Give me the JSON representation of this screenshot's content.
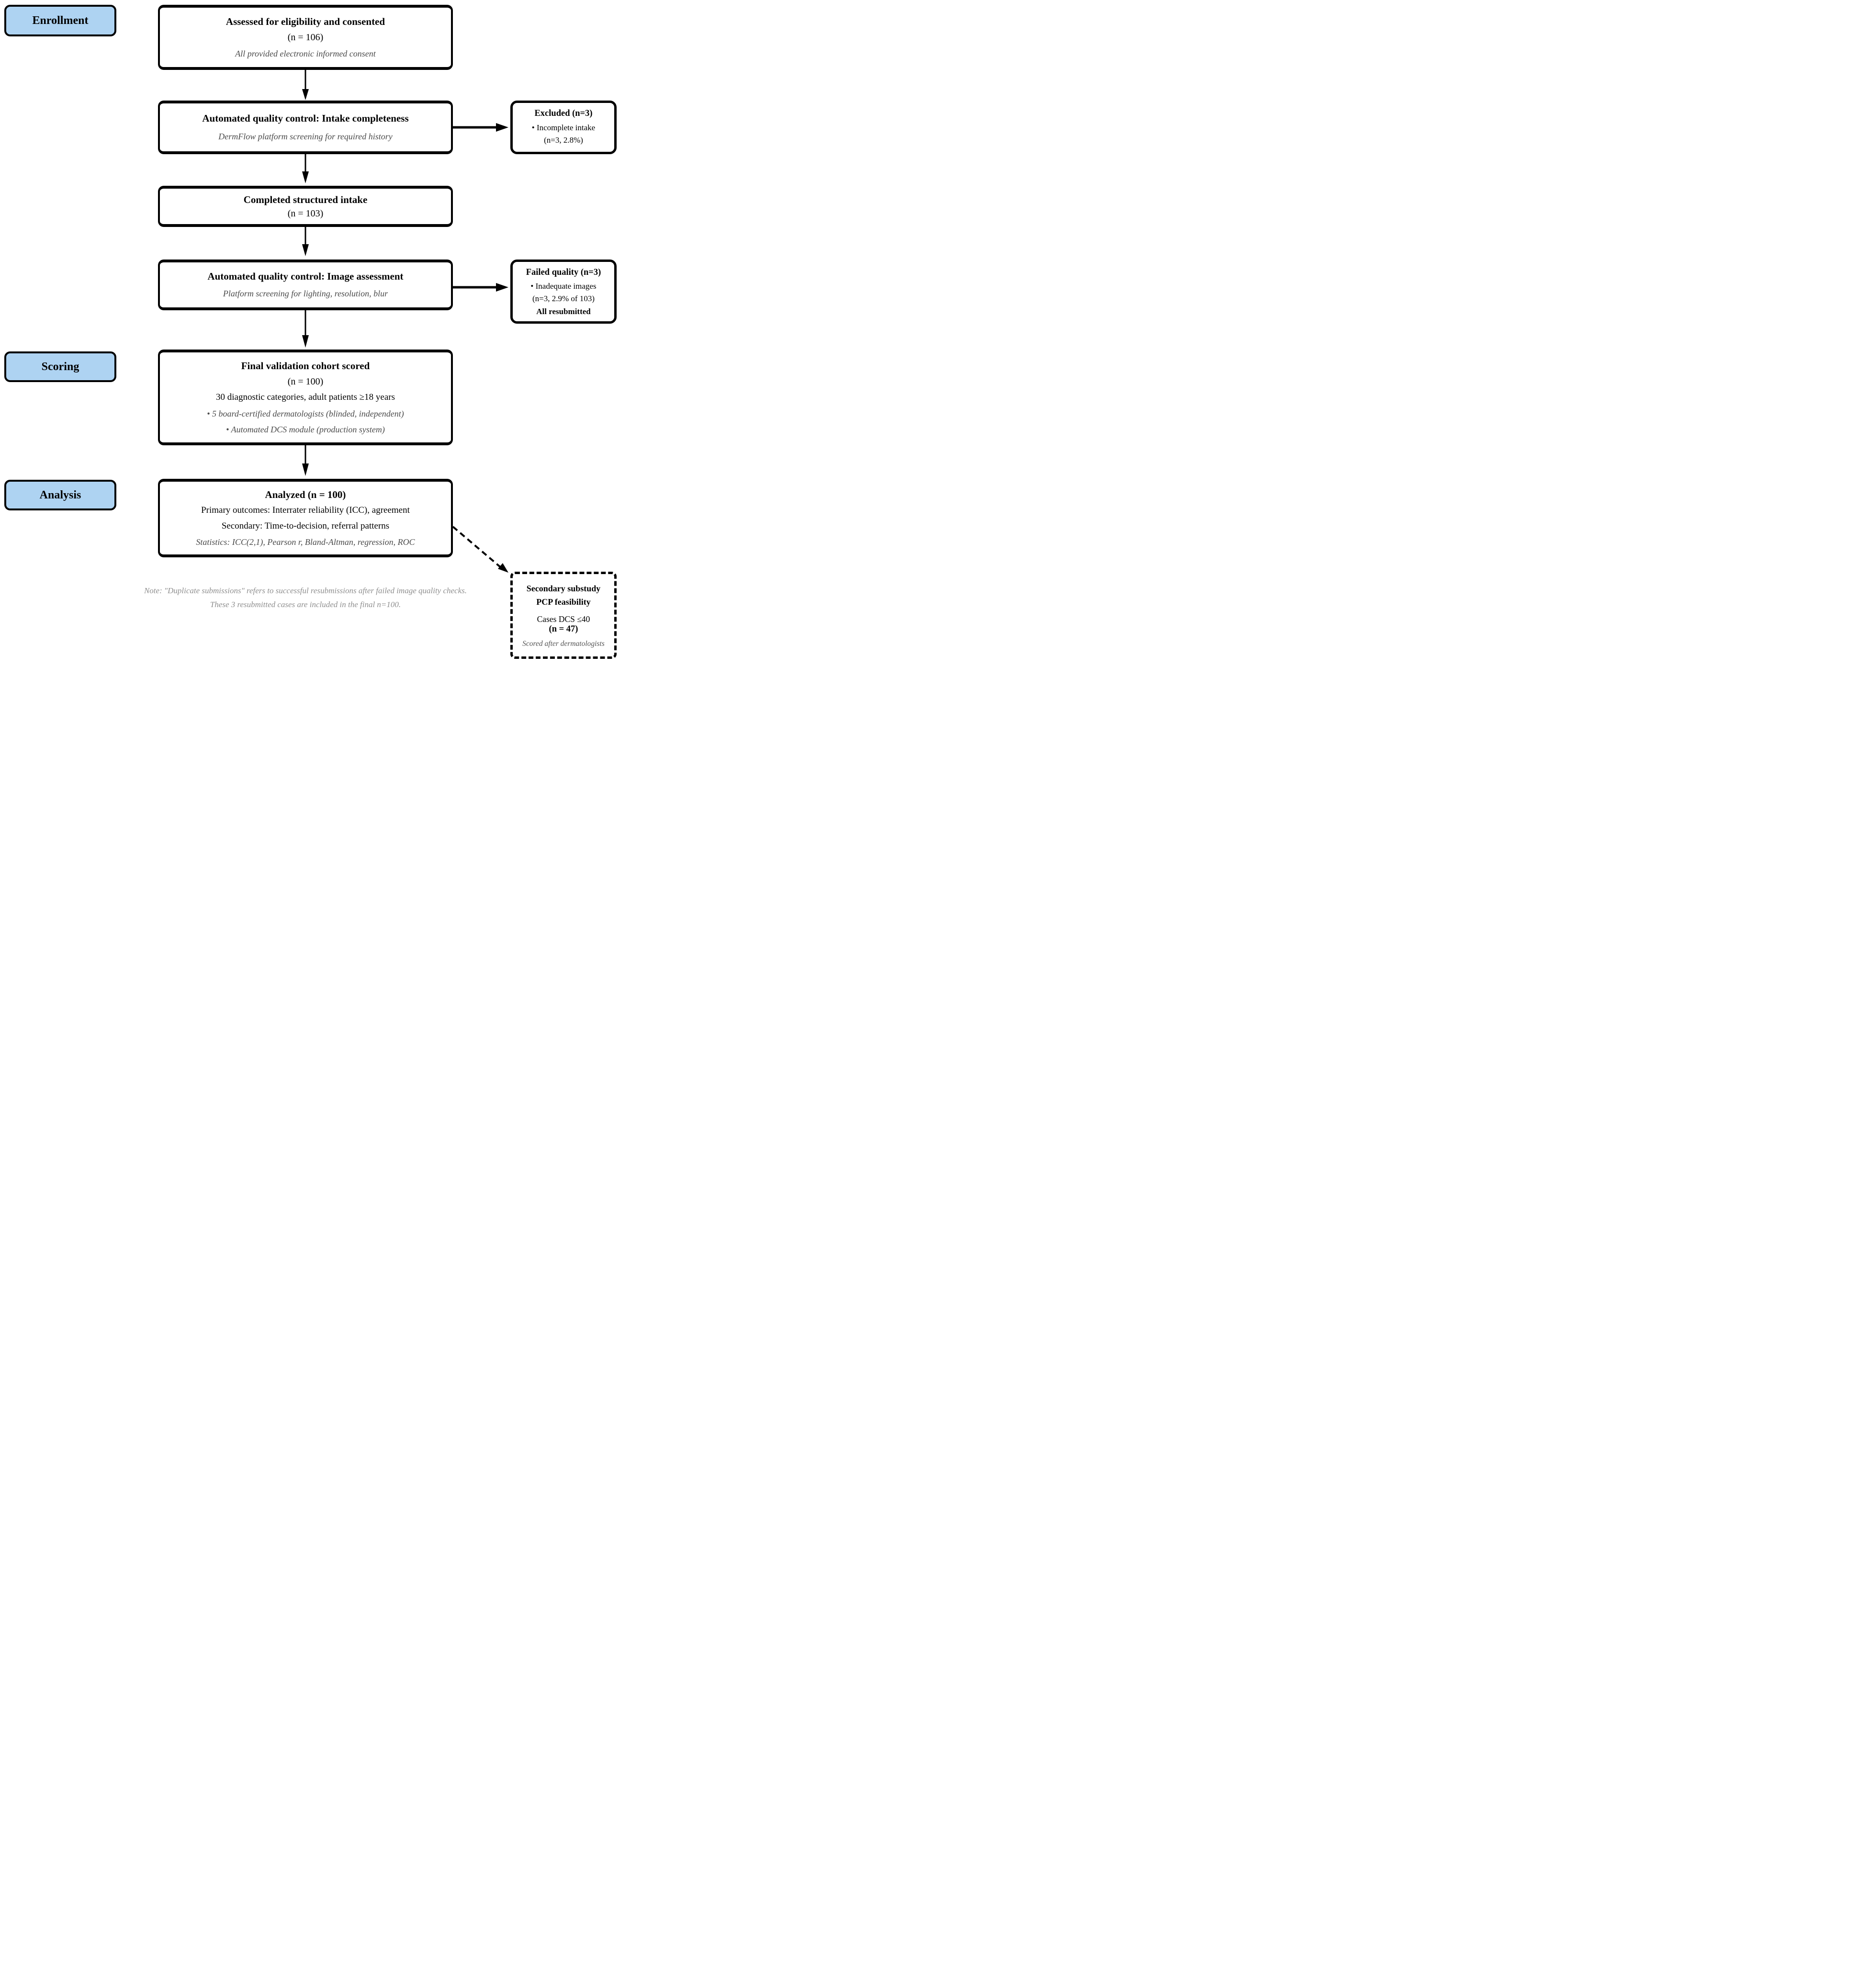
{
  "stages": [
    {
      "label": "Enrollment"
    },
    {
      "label": "Scoring"
    },
    {
      "label": "Analysis"
    }
  ],
  "boxes": {
    "assessed": {
      "title": "Assessed for eligibility and consented",
      "n": "(n = 106)",
      "note": "All provided electronic informed consent"
    },
    "qc_intake": {
      "title": "Automated quality control: Intake completeness",
      "note": "DermFlow platform screening for required history"
    },
    "completed": {
      "title": "Completed structured intake",
      "n": "(n = 103)"
    },
    "qc_image": {
      "title": "Automated quality control: Image assessment",
      "note": "Platform screening for lighting, resolution, blur"
    },
    "scored": {
      "title": "Final validation cohort scored",
      "n": "(n = 100)",
      "line1": "30 diagnostic categories, adult patients ≥18 years",
      "bullet1": "• 5 board-certified dermatologists (blinded, independent)",
      "bullet2": "• Automated DCS module (production system)"
    },
    "analyzed": {
      "title": "Analyzed (n = 100)",
      "line1": "Primary outcomes: Interrater reliability (ICC), agreement",
      "line2": "Secondary: Time-to-decision, referral patterns",
      "stats": "Statistics: ICC(2,1), Pearson r, Bland-Altman, regression, ROC"
    },
    "excluded": {
      "title": "Excluded (n=3)",
      "bullet": "• Incomplete intake",
      "detail": "(n=3, 2.8%)"
    },
    "failed": {
      "title": "Failed quality (n=3)",
      "bullet": "• Inadequate images",
      "detail": "(n=3, 2.9% of 103)",
      "footer": "All resubmitted"
    },
    "substudy": {
      "title1": "Secondary substudy",
      "title2": "PCP feasibility",
      "line1": "Cases DCS ≤40",
      "n": "(n = 47)",
      "note": "Scored after dermatologists"
    }
  },
  "footnote": {
    "line1": "Note: \"Duplicate submissions\" refers to successful resubmissions after failed image quality checks.",
    "line2": "These 3 resubmitted cases are included in the final n=100."
  },
  "colors": {
    "stage_fill": "#aed3f2",
    "box_border": "#000000",
    "note_gray": "#8f8f8f",
    "italic_gray": "#4a4a4a",
    "substudy_note_gray": "#555555"
  }
}
